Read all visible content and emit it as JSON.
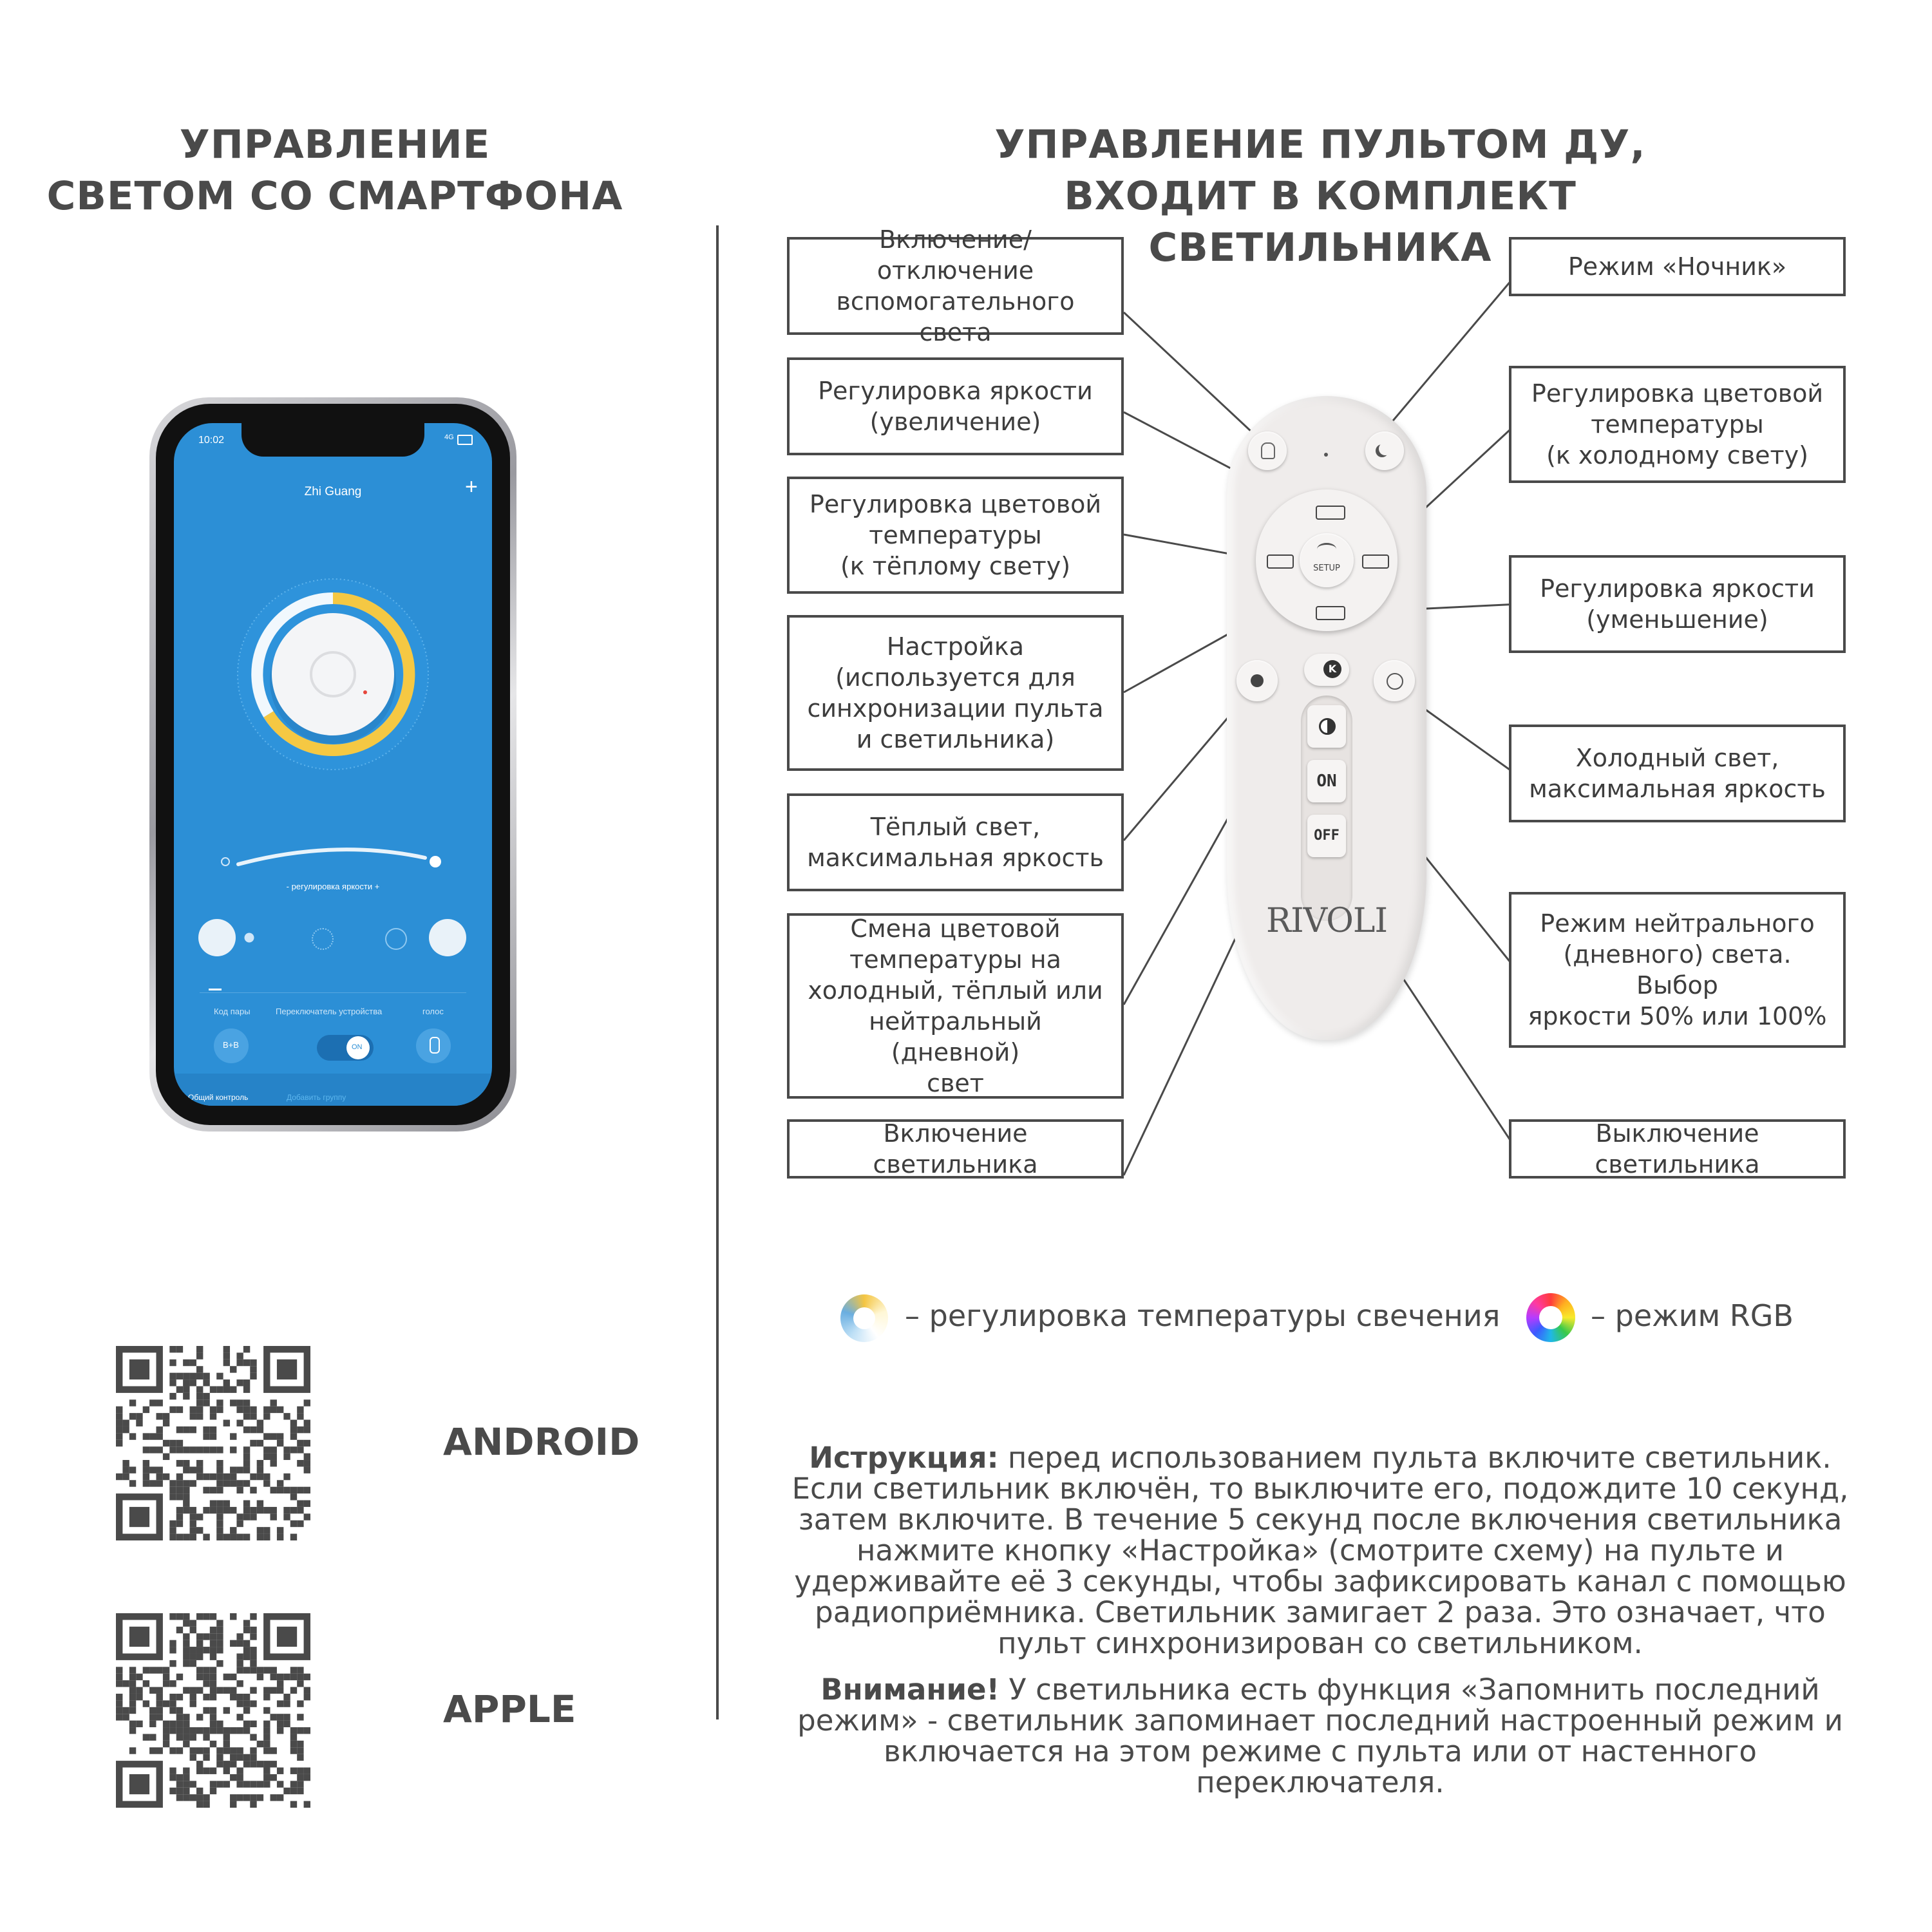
{
  "left_heading": [
    "УПРАВЛЕНИЕ",
    "СВЕТОМ СО СМАРТФОНА"
  ],
  "right_heading": [
    "УПРАВЛЕНИЕ ПУЛЬТОМ ДУ,",
    "ВХОДИТ В КОМПЛЕКТ СВЕТИЛЬНИКА"
  ],
  "phone": {
    "time": "10:02",
    "status": "4G",
    "app_title": "Zhi Guang",
    "add": "+",
    "brightness_label": "- регулировка яркости +",
    "bottom_labels": [
      "Код пары",
      "Переключатель устройства",
      "голос"
    ],
    "pair_code": "B+B",
    "toggle": "ON",
    "tabs": [
      "Общий контроль",
      "Добавить группу"
    ]
  },
  "remote": {
    "brand": "RIVOLI",
    "setup": "SETUP",
    "on": "ON",
    "off": "OFF",
    "k": "K"
  },
  "callouts_left": [
    "Включение/отключение\nвспомогательного света",
    "Регулировка яркости\n(увеличение)",
    "Регулировка цветовой\nтемпературы\n(к тёплому свету)",
    "Настройка\n(используется для\nсинхронизации пульта\nи светильника)",
    "Тёплый свет,\nмаксимальная яркость",
    "Смена цветовой\nтемпературы на\nхолодный, тёплый или\nнейтральный (дневной)\nсвет",
    "Включение светильника"
  ],
  "callouts_right": [
    "Режим «Ночник»",
    "Регулировка цветовой\nтемпературы\n(к холодному свету)",
    "Регулировка яркости\n(уменьшение)",
    "Холодный свет,\nмаксимальная яркость",
    "Режим нейтрального\n(дневного) света.\nВыбор\nяркости 50% или 100%",
    "Выключение светильника"
  ],
  "legend": {
    "temp": "– регулировка температуры свечения",
    "rgb": "– режим RGB"
  },
  "qr_labels": [
    "ANDROID",
    "APPLE"
  ],
  "instruction": {
    "title": "Иструкция:",
    "text": " перед использованием пульта включите светильник. Если светильник включён, то выключите его, подождите 10 секунд, затем включите. В течение 5 секунд после включения светильника нажмите кнопку «Настройка» (смотрите схему) на пульте и удерживайте её 3 секунды, чтобы зафиксировать канал с помощью радиоприёмника. Светильник замигает 2 раза. Это означает, что пульт синхронизирован со светильником."
  },
  "warning": {
    "title": "Внимание!",
    "text": " У светильника есть функция «Запомнить последний режим» - светильник запоминает последний настроенный режим и включается на этом режиме с пульта или от настенного переключателя."
  },
  "colors": {
    "text": "#4a4a4a",
    "screen_blue": "#2c8fd6",
    "dial_yellow": "#f5c843"
  }
}
